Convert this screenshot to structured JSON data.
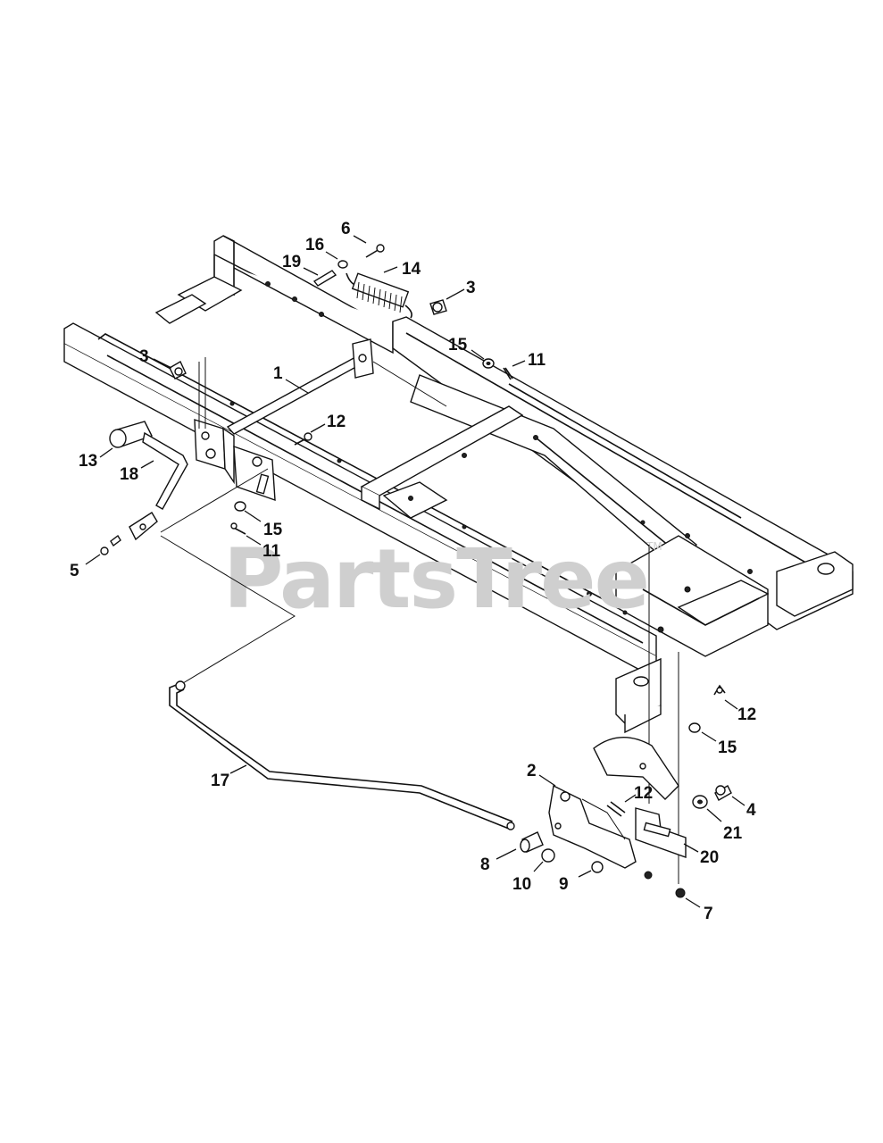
{
  "watermark": {
    "text": "PartsTree",
    "trademark": "TM"
  },
  "callouts": [
    {
      "id": "c-6",
      "text": "6"
    },
    {
      "id": "c-16",
      "text": "16"
    },
    {
      "id": "c-19",
      "text": "19"
    },
    {
      "id": "c-14",
      "text": "14"
    },
    {
      "id": "c-3a",
      "text": "3"
    },
    {
      "id": "c-15a",
      "text": "15"
    },
    {
      "id": "c-11a",
      "text": "11"
    },
    {
      "id": "c-3b",
      "text": "3"
    },
    {
      "id": "c-1",
      "text": "1"
    },
    {
      "id": "c-12a",
      "text": "12"
    },
    {
      "id": "c-13",
      "text": "13"
    },
    {
      "id": "c-18",
      "text": "18"
    },
    {
      "id": "c-15b",
      "text": "15"
    },
    {
      "id": "c-11b",
      "text": "11"
    },
    {
      "id": "c-5",
      "text": "5"
    },
    {
      "id": "c-12b",
      "text": "12"
    },
    {
      "id": "c-15c",
      "text": "15"
    },
    {
      "id": "c-17",
      "text": "17"
    },
    {
      "id": "c-2",
      "text": "2"
    },
    {
      "id": "c-12c",
      "text": "12"
    },
    {
      "id": "c-4",
      "text": "4"
    },
    {
      "id": "c-21",
      "text": "21"
    },
    {
      "id": "c-20",
      "text": "20"
    },
    {
      "id": "c-8",
      "text": "8"
    },
    {
      "id": "c-10",
      "text": "10"
    },
    {
      "id": "c-9",
      "text": "9"
    },
    {
      "id": "c-7",
      "text": "7"
    }
  ]
}
